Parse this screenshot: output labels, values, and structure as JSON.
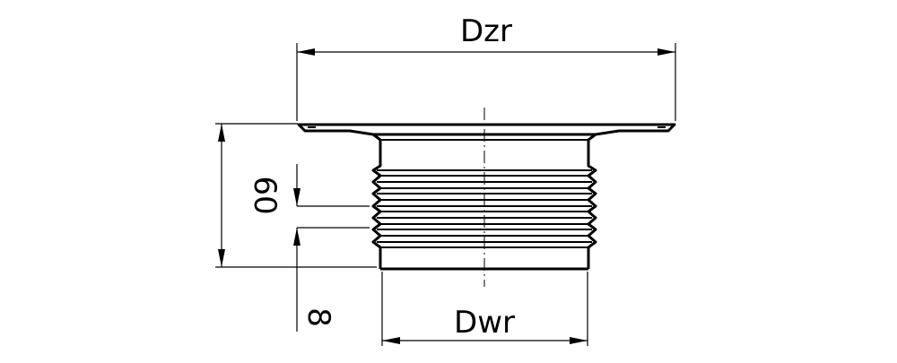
{
  "dimensions": {
    "top_width": "Dzr",
    "bottom_width": "Dwr",
    "total_height": "60",
    "thread_pitch": "8"
  }
}
